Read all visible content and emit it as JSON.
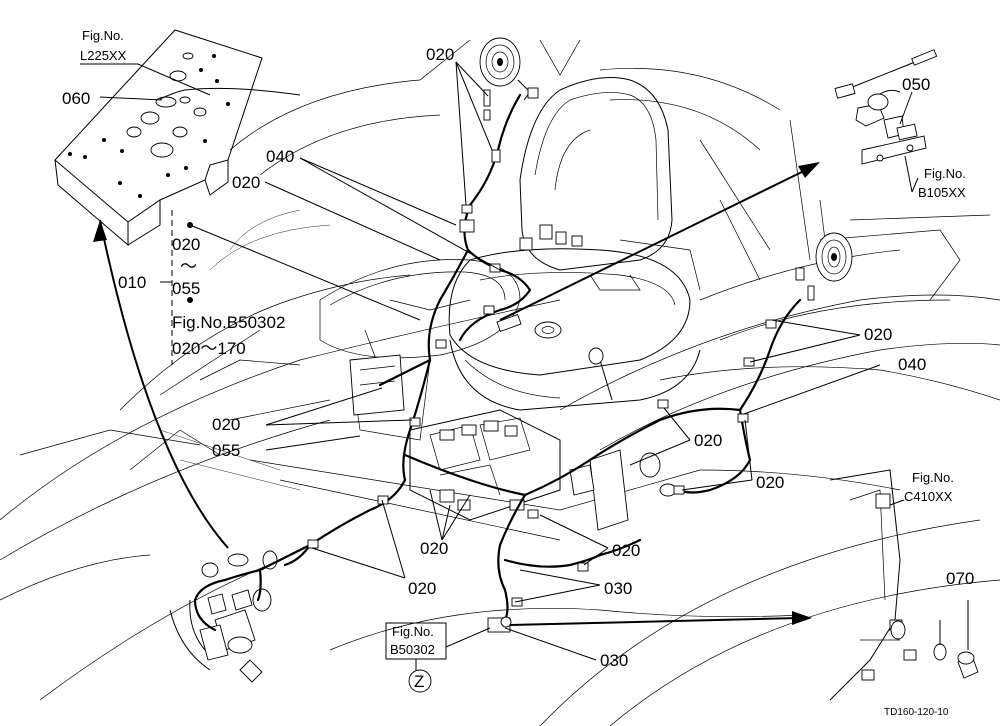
{
  "drawing_code": "TD160-120-10",
  "fig_refs": {
    "top_left": {
      "line1": "Fig.No.",
      "line2": "L225XX"
    },
    "right_top": {
      "line1": "Fig.No.",
      "line2": "B105XX"
    },
    "right_mid": {
      "line1": "Fig.No.",
      "line2": "C410XX"
    },
    "bottom": {
      "line1": "Fig.No.",
      "line2": "B50302"
    },
    "group": {
      "line1": "Fig.No.B50302",
      "line2": "020～170"
    }
  },
  "view_label": "Z",
  "callouts": {
    "c060": "060",
    "c020_top": "020",
    "c040_top": "040",
    "c020_upper_left": "020",
    "c050": "050",
    "c010": "010",
    "c020_range_start": "020",
    "c_tilde": "～",
    "c055_range_end": "055",
    "c020_right1": "020",
    "c040_right": "040",
    "c020_left_mid": "020",
    "c055_left_mid": "055",
    "c020_center_right": "020",
    "c020_far_right": "020",
    "c020_center_low": "020",
    "c020_center_low2": "020",
    "c020_bottom_left": "020",
    "c030_mid": "030",
    "c030_bottom": "030",
    "c070": "070"
  },
  "colors": {
    "ink": "#000000",
    "paper": "#ffffff"
  }
}
